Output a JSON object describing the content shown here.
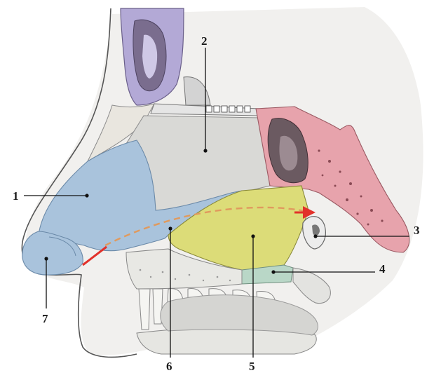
{
  "callouts": [
    {
      "id": "1",
      "text": "1"
    },
    {
      "id": "2",
      "text": "2"
    },
    {
      "id": "3",
      "text": "3"
    },
    {
      "id": "4",
      "text": "4"
    },
    {
      "id": "5",
      "text": "5"
    },
    {
      "id": "6",
      "text": "6"
    },
    {
      "id": "7",
      "text": "7"
    }
  ],
  "colors": {
    "frontal_sinus_bone": "#b3a9d6",
    "sinus_cavity": "#7a6d8e",
    "septal_cartilage_lateral": "#a9c3dc",
    "ethmoid_plate": "#d9d9d9",
    "vomer_region": "#dcdc78",
    "sphenoid_bone": "#e7a3ac",
    "palatine": "#b9d7c7",
    "airflow_arrow": "#e2312a",
    "airflow_dashed": "#e09a5e"
  }
}
